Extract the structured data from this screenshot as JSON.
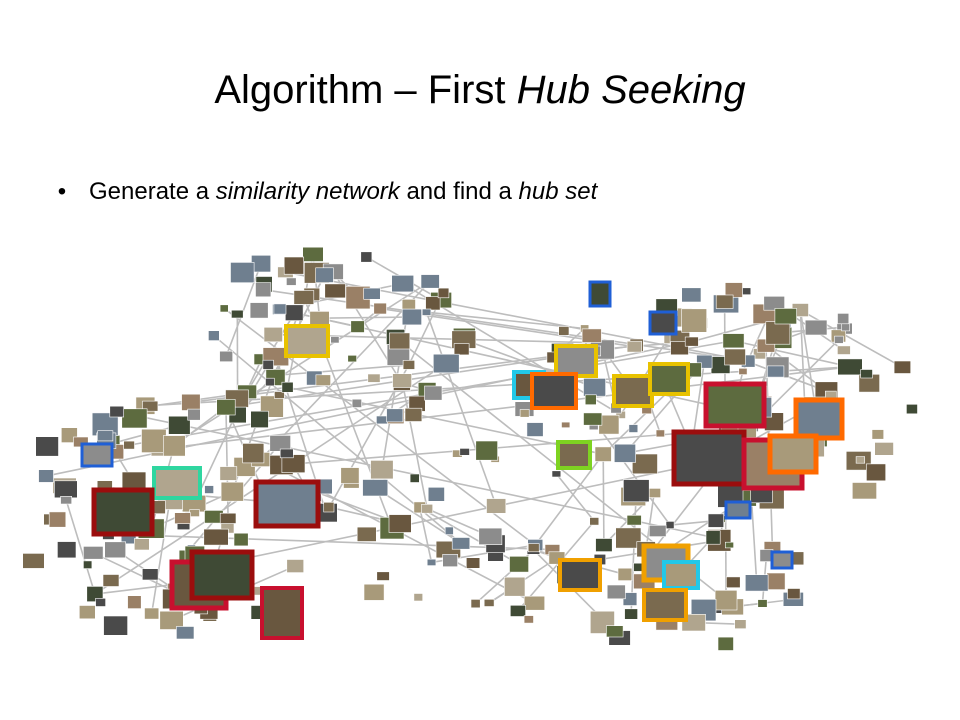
{
  "slide": {
    "title": {
      "prefix": "Algorithm – First ",
      "emphasis": "Hub Seeking"
    },
    "bullets": [
      {
        "marker": "•",
        "parts": [
          {
            "text": "Generate a ",
            "italic": false
          },
          {
            "text": "similarity network",
            "italic": true
          },
          {
            "text": " and find a ",
            "italic": false
          },
          {
            "text": "hub set",
            "italic": true
          }
        ]
      }
    ]
  },
  "network": {
    "edge_color": "#bdbdbd",
    "thumbnail_colors": [
      "#7a6a4f",
      "#5d6b3f",
      "#8c8c8c",
      "#4a4a4a",
      "#9a8066",
      "#6f7f8f",
      "#a89a7a",
      "#3f4a35",
      "#b0a58e",
      "#69573f"
    ],
    "hub_colors": {
      "red": "#c8102e",
      "dark_red": "#9b0d0d",
      "orange": "#ff6a00",
      "yellow": "#e8c200",
      "green": "#7ed321",
      "cyan": "#22c8e8",
      "blue": "#1f5fd6",
      "teal": "#2fd6a0",
      "gold": "#f0a000"
    }
  }
}
